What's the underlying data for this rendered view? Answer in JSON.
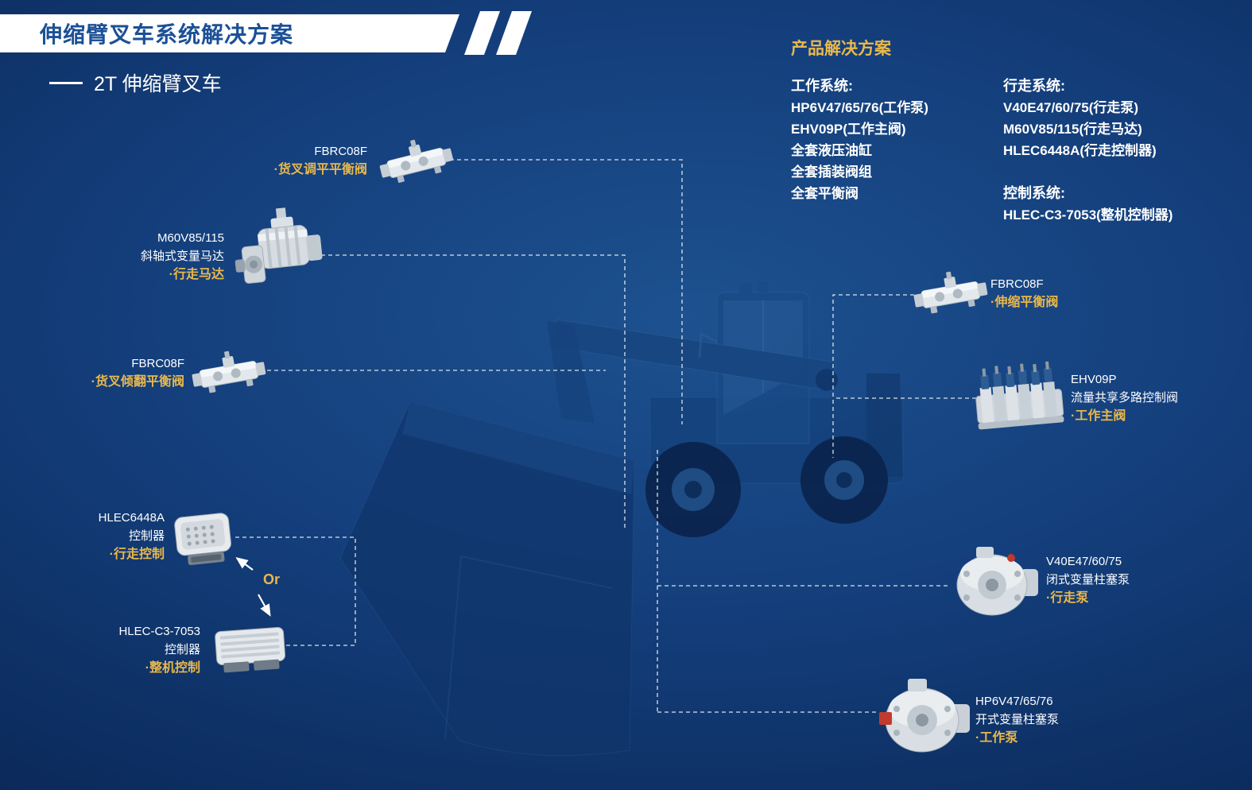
{
  "header": {
    "title": "伸缩臂叉车系统解决方案",
    "subtitle": "2T 伸缩臂叉车"
  },
  "solutions": {
    "title": "产品解决方案",
    "work_system": {
      "heading": "工作系统:",
      "items": [
        "HP6V47/65/76(工作泵)",
        "EHV09P(工作主阀)",
        "全套液压油缸",
        "全套插装阀组",
        "全套平衡阀"
      ]
    },
    "travel_system": {
      "heading": "行走系统:",
      "items": [
        "V40E47/60/75(行走泵)",
        "M60V85/115(行走马达)",
        "HLEC6448A(行走控制器)"
      ]
    },
    "control_system": {
      "heading": "控制系统:",
      "items": [
        "HLEC-C3-7053(整机控制器)"
      ]
    }
  },
  "callouts": {
    "fork_level_valve": {
      "model": "FBRC08F",
      "highlight": "·货叉调平平衡阀"
    },
    "travel_motor": {
      "model": "M60V85/115",
      "desc": "斜轴式变量马达",
      "highlight": "·行走马达"
    },
    "fork_tilt_valve": {
      "model": "FBRC08F",
      "highlight": "·货叉倾翻平衡阀"
    },
    "travel_controller": {
      "model": "HLEC6448A",
      "desc": "控制器",
      "highlight": "·行走控制"
    },
    "or_label": "Or",
    "machine_controller": {
      "model": "HLEC-C3-7053",
      "desc": "控制器",
      "highlight": "·整机控制"
    },
    "telescopic_valve": {
      "model": "FBRC08F",
      "highlight": "·伸缩平衡阀"
    },
    "work_main_valve": {
      "model": "EHV09P",
      "desc": "流量共享多路控制阀",
      "highlight": "·工作主阀"
    },
    "travel_pump": {
      "model": "V40E47/60/75",
      "desc": "闭式变量柱塞泵",
      "highlight": "·行走泵"
    },
    "work_pump": {
      "model": "HP6V47/65/76",
      "desc": "开式变量柱塞泵",
      "highlight": "·工作泵"
    }
  },
  "colors": {
    "accent_gold": "#E9B84C",
    "banner_text_blue": "#1B5096",
    "background_deep_blue": "#0B2C5F",
    "connector_line": "#FFFFFF"
  }
}
